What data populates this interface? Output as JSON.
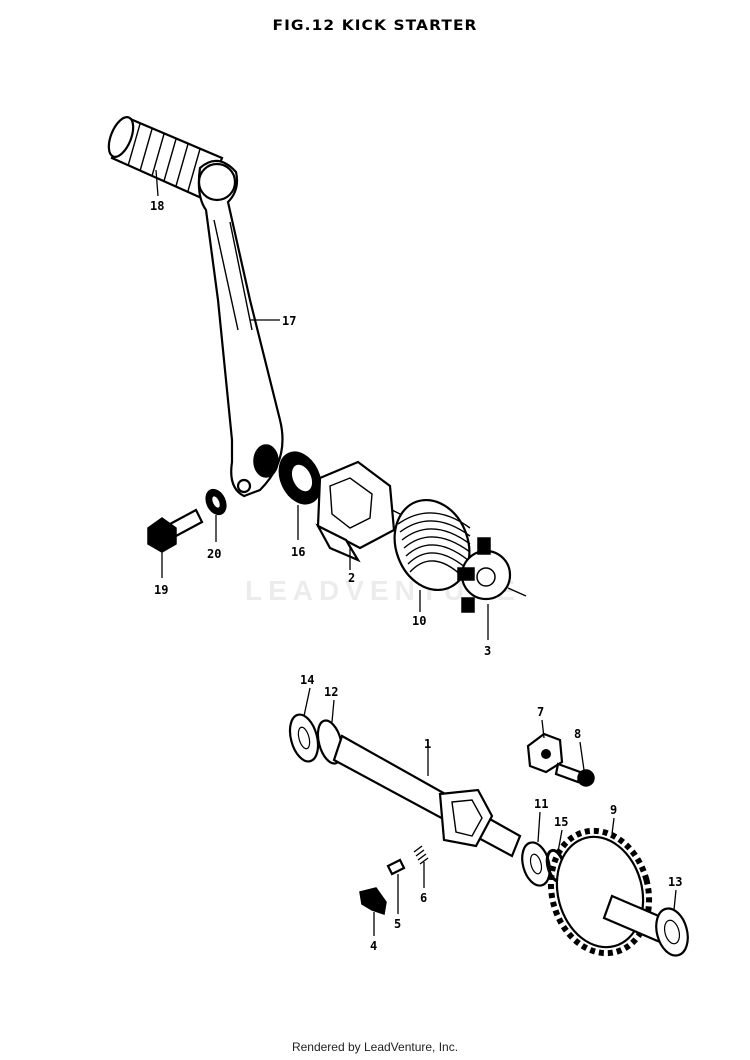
{
  "title": "FIG.12  KICK STARTER",
  "watermark": "LEADVENTURE",
  "footer": "Rendered by LeadVenture, Inc.",
  "callouts": {
    "n1": "1",
    "n2": "2",
    "n3": "3",
    "n4": "4",
    "n5": "5",
    "n6": "6",
    "n7": "7",
    "n8": "8",
    "n9": "9",
    "n10": "10",
    "n11": "11",
    "n12": "12",
    "n13": "13",
    "n14": "14",
    "n15": "15",
    "n16": "16",
    "n17": "17",
    "n18": "18",
    "n19": "19",
    "n20": "20"
  }
}
